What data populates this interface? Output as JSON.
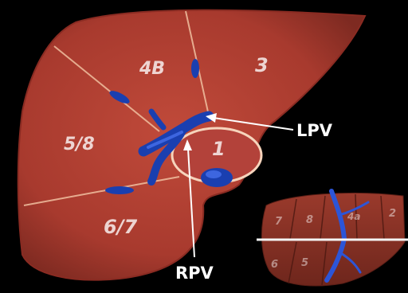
{
  "colors": {
    "background": "#000000",
    "liver": "#b03f32",
    "liver_edge": "#8a2b22",
    "divider": "#f0c0a0",
    "portal_vein": "#1a3fb0",
    "portal_vein_light": "#3d66e0",
    "annotation": "#ffffff"
  },
  "segments": {
    "s4b": "4B",
    "s3": "3",
    "s58": "5/8",
    "s1": "1",
    "s67": "6/7"
  },
  "callouts": {
    "lpv": "LPV",
    "rpv": "RPV"
  },
  "inset": {
    "labels": [
      "7",
      "8",
      "4a",
      "2",
      "6",
      "5"
    ]
  }
}
